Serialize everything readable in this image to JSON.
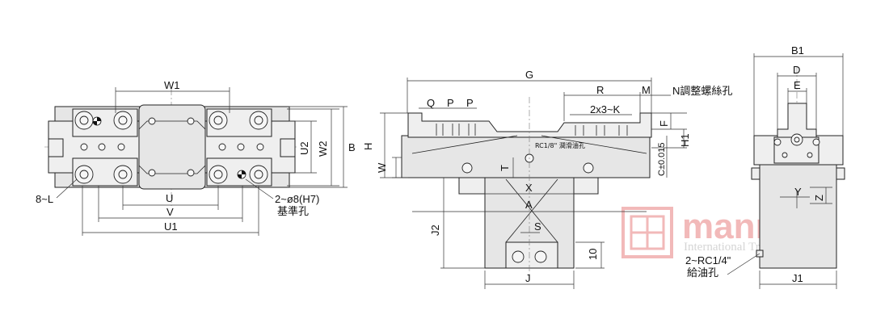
{
  "front_view": {
    "dimensions": {
      "w1": "W1",
      "u2": "U2",
      "w2": "W2",
      "b": "B",
      "u": "U",
      "v": "V",
      "u1": "U1"
    },
    "callouts": {
      "holes_l": "8~L",
      "ref_holes": "2~ø8(H7)",
      "ref_holes_note": "基準孔"
    }
  },
  "side_view": {
    "dimensions": {
      "g": "G",
      "q": "Q",
      "p1": "P",
      "p2": "P",
      "r": "R",
      "m": "M",
      "k": "2x3~K",
      "h": "H",
      "w": "W",
      "t": "T",
      "x": "X",
      "a": "A",
      "s": "S",
      "j2": "J2",
      "ten": "10",
      "j": "J",
      "f": "F",
      "h1": "H1",
      "c": "C±0.015"
    },
    "callouts": {
      "n_screw": "N調整螺絲孔",
      "lube": "RC1/8\" 潤滑油孔"
    }
  },
  "end_view": {
    "dimensions": {
      "b1": "B1",
      "d": "D",
      "e": "E",
      "y": "Y",
      "z": "Z",
      "j1": "J1"
    },
    "callouts": {
      "oil_supply": "2~RC1/4\"",
      "oil_supply_note": "給油孔"
    }
  },
  "watermark": {
    "brand": "mannian",
    "tagline": "International Trading Limited",
    "color": "#f2b9b9"
  }
}
